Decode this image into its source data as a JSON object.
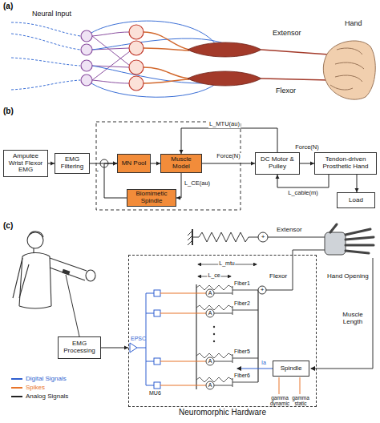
{
  "diagram": {
    "nodes": [
      {
        "text": [
          "Amputee Wrist Flexor EMG"
        ]
      },
      {
        "text": [
          "EMG Filtering"
        ]
      },
      {
        "text": [
          "MN Pool"
        ]
      },
      {
        "text": [
          "Muscle Model"
        ]
      },
      {
        "text": [
          "Biomimetic Spindle"
        ]
      },
      {
        "text": [
          "DC Motor & Pulley"
        ]
      },
      {
        "text": [
          "Tendon-driven Prosthetic Hand"
        ]
      },
      {
        "text": [
          "Load"
        ]
      },
      {
        "text": [
          "EMG Processing"
        ]
      },
      {
        "text": [
          "Neuromorphic Hardware"
        ]
      },
      {
        "text": [
          "Spindle"
        ],
        "in": 9
      }
    ],
    "edges": [
      {
        "from": 0,
        "to": 1,
        "arrow": "to"
      },
      {
        "from": 1,
        "to": 2,
        "arrow": "to"
      },
      {
        "from": 2,
        "to": 3,
        "arrow": "to"
      },
      {
        "from": 3,
        "to": 5,
        "arrow": "to",
        "label": "Force(N)"
      },
      {
        "from": 5,
        "to": 3,
        "arrow": "to",
        "label": "L_MTU(au)"
      },
      {
        "from": 3,
        "to": 4,
        "arrow": "to",
        "label": "L_CE(au)"
      },
      {
        "from": 4,
        "to": 2,
        "arrow": "to"
      },
      {
        "from": 5,
        "to": 6,
        "arrow": "to",
        "label": "Force(N)"
      },
      {
        "from": 6,
        "to": 5,
        "arrow": "to",
        "label": "L_cable(m)"
      },
      {
        "from": 6,
        "to": 7,
        "arrow": "to"
      },
      {
        "from": 8,
        "to": 9,
        "arrow": "to"
      }
    ],
    "labels": [
      "(a)",
      "Neural Input",
      "Extensor",
      "Hand",
      "Flexor",
      "(b)",
      "-",
      "(c)",
      "EPSC",
      "L_mtu",
      "L_ce",
      "Fiber1",
      "Fiber2",
      "Fiber5",
      "Fiber6",
      "A",
      "A",
      "A",
      "A",
      "MU6",
      "+",
      "+",
      "Extensor",
      "Flexor",
      "Hand Opening",
      "Muscle Length",
      "Ia",
      "gamma dynamic",
      "gamma static"
    ],
    "legend": [
      {
        "text": "Digital Signals",
        "color": "#2f5fd0"
      },
      {
        "text": "Spikes",
        "color": "#e8742a"
      },
      {
        "text": "Analog Signals",
        "color": "#222222"
      }
    ]
  }
}
